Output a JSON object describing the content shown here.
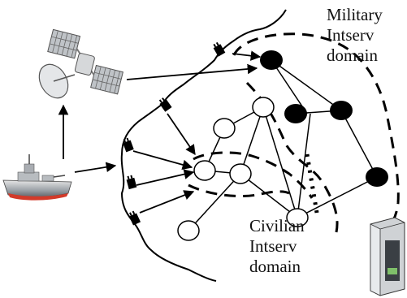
{
  "labels": {
    "military": [
      "Military",
      "Intserv",
      "domain"
    ],
    "civilian": [
      "Civilian",
      "Intserv",
      "domain"
    ]
  },
  "icons": {
    "satellite": "satellite-icon",
    "ship": "warship-icon",
    "server": "server-tower-icon",
    "gateway": "plug-connector-icon"
  },
  "colors": {
    "military_node": "#000000",
    "civilian_node": "#ffffff",
    "line": "#000000"
  }
}
